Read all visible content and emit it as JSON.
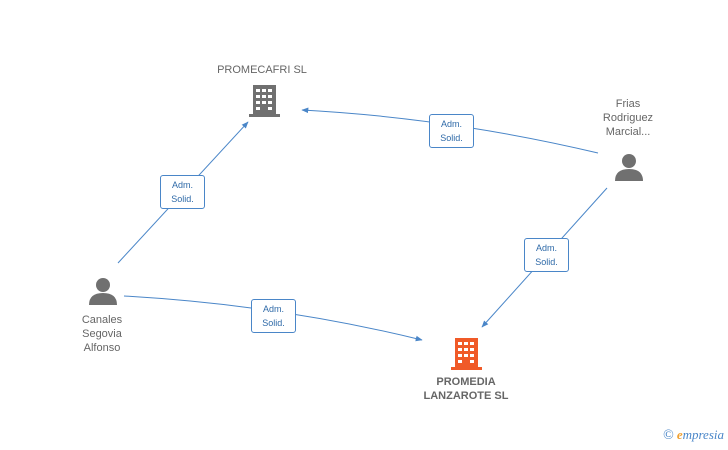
{
  "nodes": {
    "promecafri": {
      "label": "PROMECAFRI SL",
      "type": "company",
      "color": "#707070"
    },
    "promedia": {
      "label_line1": "PROMEDIA",
      "label_line2": "LANZAROTE SL",
      "type": "company",
      "color": "#f05a28"
    },
    "frias": {
      "line1": "Frias",
      "line2": "Rodriguez",
      "line3": "Marcial...",
      "type": "person",
      "color": "#707070"
    },
    "canales": {
      "line1": "Canales",
      "line2": "Segovia",
      "line3": "Alfonso",
      "type": "person",
      "color": "#707070"
    }
  },
  "edges": [
    {
      "from": "canales",
      "to": "promecafri",
      "line1": "Adm.",
      "line2": "Solid."
    },
    {
      "from": "frias",
      "to": "promecafri",
      "line1": "Adm.",
      "line2": "Solid."
    },
    {
      "from": "frias",
      "to": "promedia",
      "line1": "Adm.",
      "line2": "Solid."
    },
    {
      "from": "canales",
      "to": "promedia",
      "line1": "Adm.",
      "line2": "Solid."
    }
  ],
  "edge_color": "#4a86c8",
  "brand": {
    "copyright": "©",
    "initial": "e",
    "rest": "mpresia"
  }
}
